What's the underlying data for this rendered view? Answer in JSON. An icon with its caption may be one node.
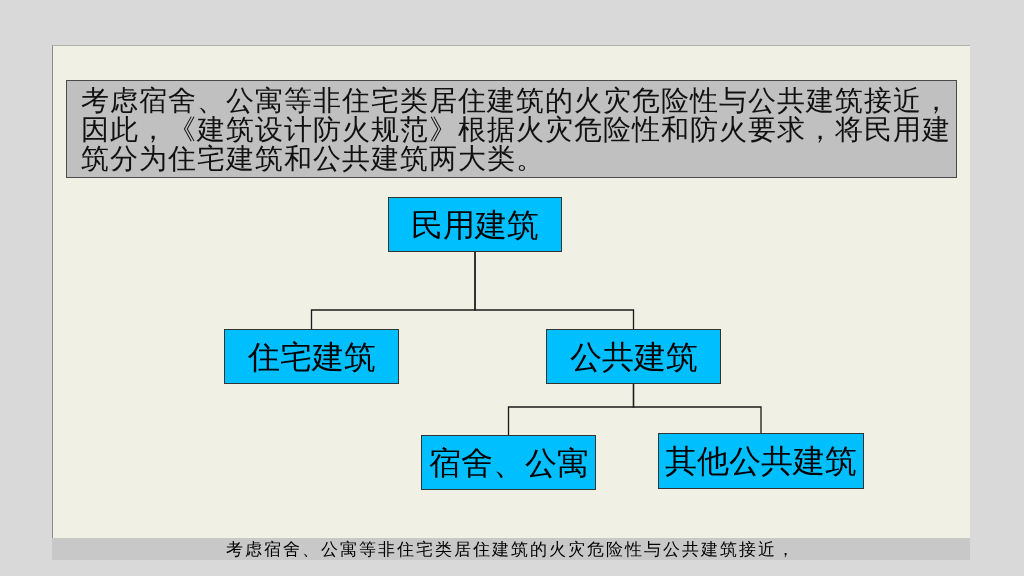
{
  "diagram": {
    "nodes": [
      {
        "text": [
          "考虑宿舍、公寓等非住宅类居住建筑的火灾危险性与公共建筑接近，因此，《建筑设计防火规范》根据火灾危险性和防火要求，将民用建筑分为住宅建筑和公共建筑两大类。"
        ]
      },
      {
        "text": [
          "民用建筑"
        ]
      },
      {
        "text": [
          "住宅建筑"
        ]
      },
      {
        "text": [
          "公共建筑"
        ]
      },
      {
        "text": [
          "宿舍、公寓"
        ]
      },
      {
        "text": [
          "其他公共建筑"
        ]
      }
    ],
    "edges": [
      {
        "from": 1,
        "to": 2,
        "arrow": "none"
      },
      {
        "from": 1,
        "to": 3,
        "arrow": "none"
      },
      {
        "from": 3,
        "to": 4,
        "arrow": "none"
      },
      {
        "from": 3,
        "to": 5,
        "arrow": "none"
      }
    ],
    "labels": [
      "考虑宿舍、公寓等非住宅类居住建筑的火灾危险性与公共建筑接近，"
    ]
  }
}
